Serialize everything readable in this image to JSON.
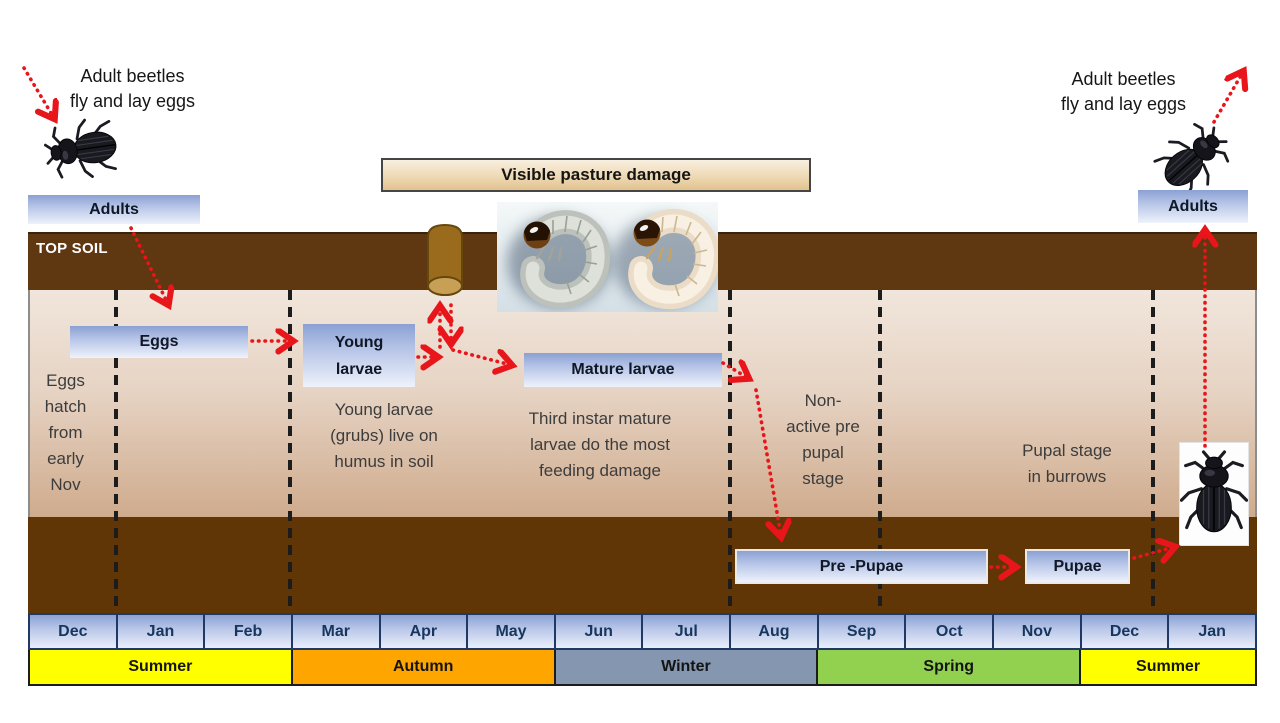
{
  "captions": {
    "top_left": "Adult beetles\nfly and lay eggs",
    "top_right": "Adult beetles\nfly and lay eggs"
  },
  "banner": {
    "label": "Visible pasture damage"
  },
  "soil": {
    "top_soil_label": "TOP SOIL"
  },
  "stages": {
    "adults_left": "Adults",
    "eggs": "Eggs",
    "young_larvae": "Young\nlarvae",
    "mature_larvae": "Mature larvae",
    "pre_pupae": "Pre -Pupae",
    "pupae": "Pupae",
    "adults_right": "Adults"
  },
  "annotations": {
    "eggs_hatch": "Eggs\nhatch\nfrom\nearly\nNov",
    "young_larvae": "Young larvae\n(grubs) live on\nhumus in soil",
    "mature_larvae": "Third instar mature\nlarvae do the most\nfeeding  damage",
    "pre_pupal": "Non-\nactive pre\npupal\nstage",
    "pupal": "Pupal stage\nin burrows"
  },
  "timeline": {
    "months": [
      "Dec",
      "Jan",
      "Feb",
      "Mar",
      "Apr",
      "May",
      "Jun",
      "Jul",
      "Aug",
      "Sep",
      "Oct",
      "Nov",
      "Dec",
      "Jan"
    ],
    "seasons": [
      {
        "label": "Summer",
        "months_spanned": 3,
        "color": "#ffff00"
      },
      {
        "label": "Autumn",
        "months_spanned": 3,
        "color": "#ffa500"
      },
      {
        "label": "Winter",
        "months_spanned": 3,
        "color": "#8496b0"
      },
      {
        "label": "Spring",
        "months_spanned": 3,
        "color": "#92d050"
      },
      {
        "label": "Summer",
        "months_spanned": 2,
        "color": "#ffff00"
      }
    ]
  },
  "colors": {
    "top_soil_brown": "#5f3710",
    "deep_soil_brown": "#603606",
    "subsoil_light": "#f1e6dc",
    "subsoil_dark": "#cfab8d",
    "arrow_red": "#e8151b",
    "stage_box_blue_top": "#8ba1d3",
    "stage_box_blue_bottom": "#eef2fb"
  }
}
